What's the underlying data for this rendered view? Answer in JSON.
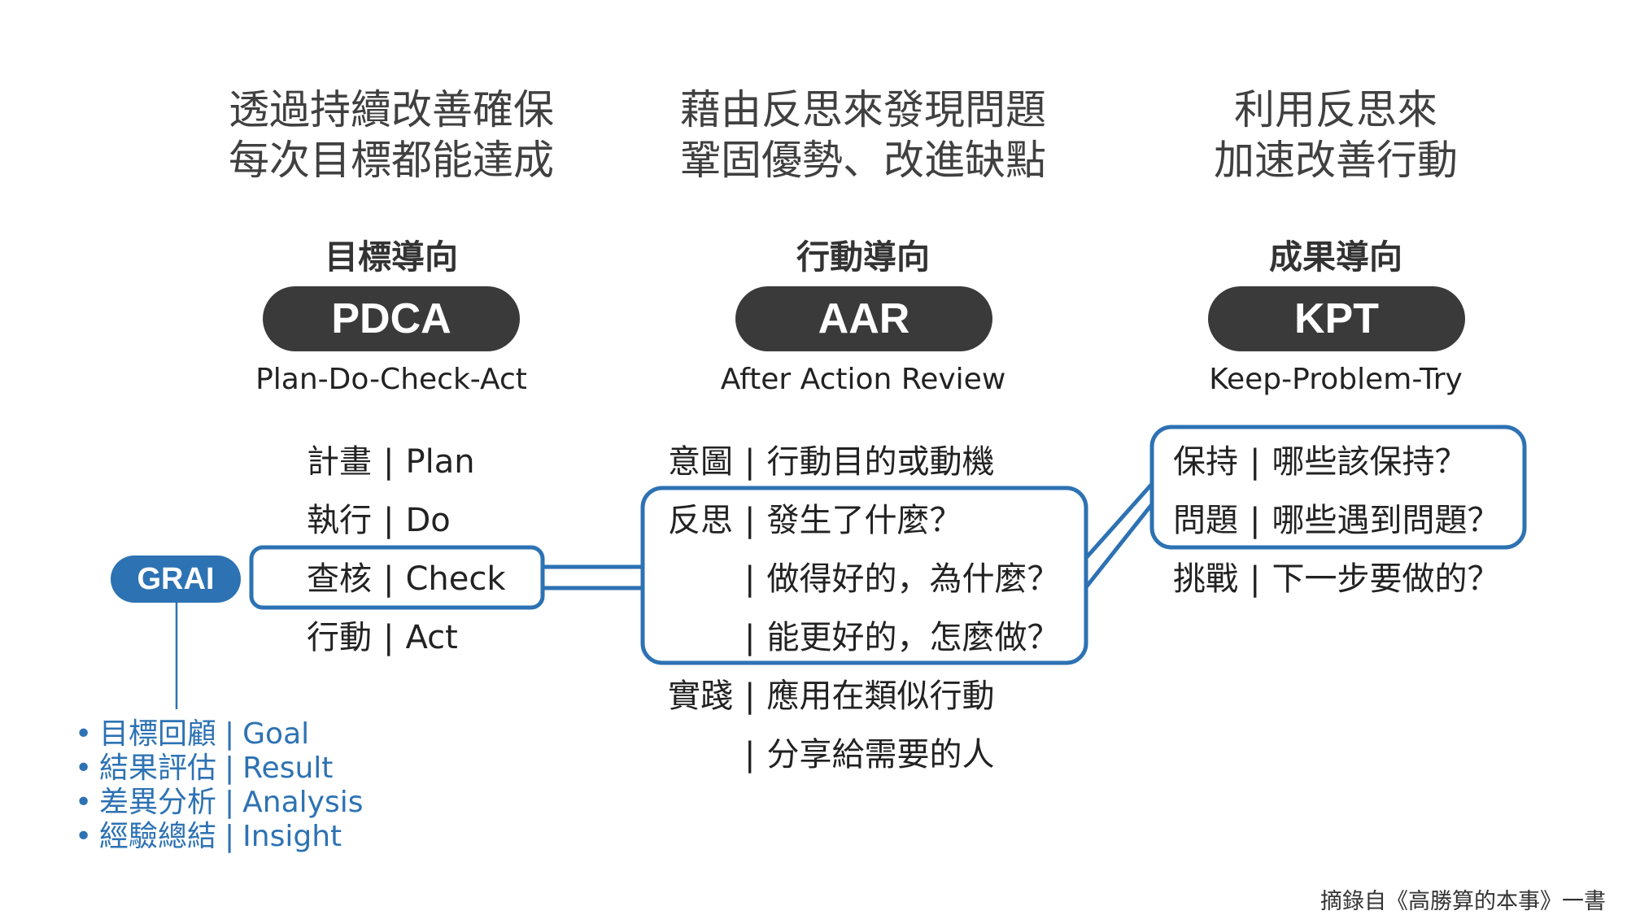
{
  "columns": [
    {
      "tagline": [
        "透過持續改善確保",
        "每次目標都能達成"
      ],
      "orientation": "目標導向",
      "method": "PDCA",
      "full_name": "Plan-Do-Check-Act",
      "rows": [
        {
          "zh": "計畫",
          "en": "Plan"
        },
        {
          "zh": "執行",
          "en": "Do"
        },
        {
          "zh": "查核",
          "en": "Check"
        },
        {
          "zh": "行動",
          "en": "Act"
        }
      ]
    },
    {
      "tagline": [
        "藉由反思來發現問題",
        "鞏固優勢、改進缺點"
      ],
      "orientation": "行動導向",
      "method": "AAR",
      "full_name": "After Action Review",
      "rows": [
        {
          "zh": "意圖",
          "en": "行動目的或動機"
        },
        {
          "zh": "反思",
          "en": "發生了什麼？"
        },
        {
          "zh": "",
          "en": "做得好的，為什麼？"
        },
        {
          "zh": "",
          "en": "能更好的，怎麼做？"
        },
        {
          "zh": "實踐",
          "en": "應用在類似行動"
        },
        {
          "zh": "",
          "en": "分享給需要的人"
        }
      ]
    },
    {
      "tagline": [
        "利用反思來",
        "加速改善行動"
      ],
      "orientation": "成果導向",
      "method": "KPT",
      "full_name": "Keep-Problem-Try",
      "rows": [
        {
          "zh": "保持",
          "en": "哪些該保持？"
        },
        {
          "zh": "問題",
          "en": "哪些遇到問題？"
        },
        {
          "zh": "挑戰",
          "en": "下一步要做的？"
        }
      ]
    }
  ],
  "separator": "|",
  "grai": {
    "label": "GRAI",
    "items": [
      {
        "zh": "目標回顧",
        "en": "Goal"
      },
      {
        "zh": "結果評估",
        "en": "Result"
      },
      {
        "zh": "差異分析",
        "en": "Analysis"
      },
      {
        "zh": "經驗總結",
        "en": "Insight"
      }
    ],
    "bullet": "•"
  },
  "source_note": "摘錄自《高勝算的本事》一書",
  "colors": {
    "accent": "#2d72b3",
    "pill": "#3a3a3a",
    "text": "#333333"
  }
}
